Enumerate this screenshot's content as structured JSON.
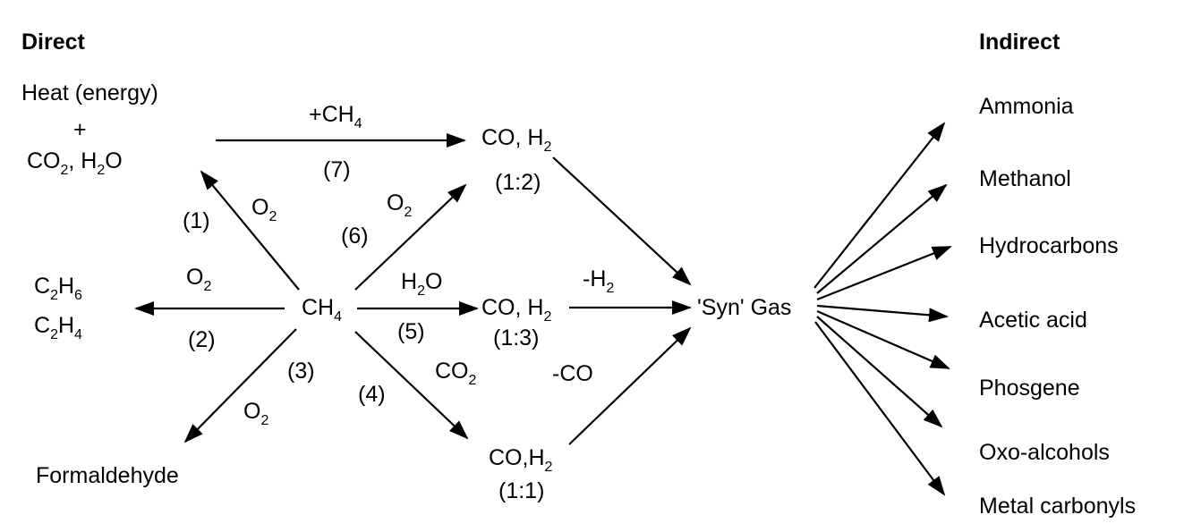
{
  "headings": {
    "direct": "Direct",
    "indirect": "Indirect"
  },
  "labels": {
    "heat": "Heat (energy)",
    "plus": "+",
    "co2_h2o": {
      "a": "CO",
      "b": "2",
      "c": ", H",
      "d": "2",
      "e": "O"
    },
    "ethane": {
      "a": "C",
      "b": "2",
      "c": "H",
      "d": "6"
    },
    "ethylene": {
      "a": "C",
      "b": "2",
      "c": "H",
      "d": "4"
    },
    "formaldehyde": "Formaldehyde",
    "methane": {
      "a": "CH",
      "b": "4"
    },
    "co_h2_1_2": {
      "a": "CO, H",
      "b": "2",
      "ratio": "(1:2)"
    },
    "co_h2_1_3": {
      "a": "CO, H",
      "b": "2",
      "ratio": "(1:3)"
    },
    "co_h2_1_1": {
      "a": "CO,H",
      "b": "2",
      "ratio": "(1:1)"
    },
    "syngas": "'Syn' Gas"
  },
  "reactions": {
    "r1": "(1)",
    "r2": "(2)",
    "r3": "(3)",
    "r4": "(4)",
    "r5": "(5)",
    "r6": "(6)",
    "r7": "(7)",
    "plus_ch4": {
      "a": "+CH",
      "b": "4"
    },
    "o2": {
      "a": "O",
      "b": "2"
    },
    "h2o": {
      "a": "H",
      "b": "2",
      "c": "O"
    },
    "co2": {
      "a": "CO",
      "b": "2"
    },
    "minus_h2": {
      "a": "-H",
      "b": "2"
    },
    "minus_co": "-CO"
  },
  "products": [
    "Ammonia",
    "Methanol",
    "Hydrocarbons",
    "Acetic acid",
    "Phosgene",
    "Oxo-alcohols",
    "Metal carbonyls"
  ]
}
